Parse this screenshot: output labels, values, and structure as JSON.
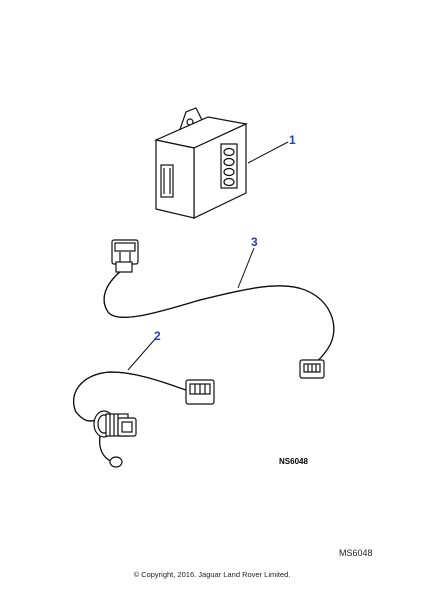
{
  "callouts": {
    "c1": "1",
    "c2": "2",
    "c3": "3"
  },
  "diagram_code": "NS6048",
  "ref_code": "MS6048",
  "copyright": "© Copyright, 2016. Jaguar Land Rover Limited."
}
